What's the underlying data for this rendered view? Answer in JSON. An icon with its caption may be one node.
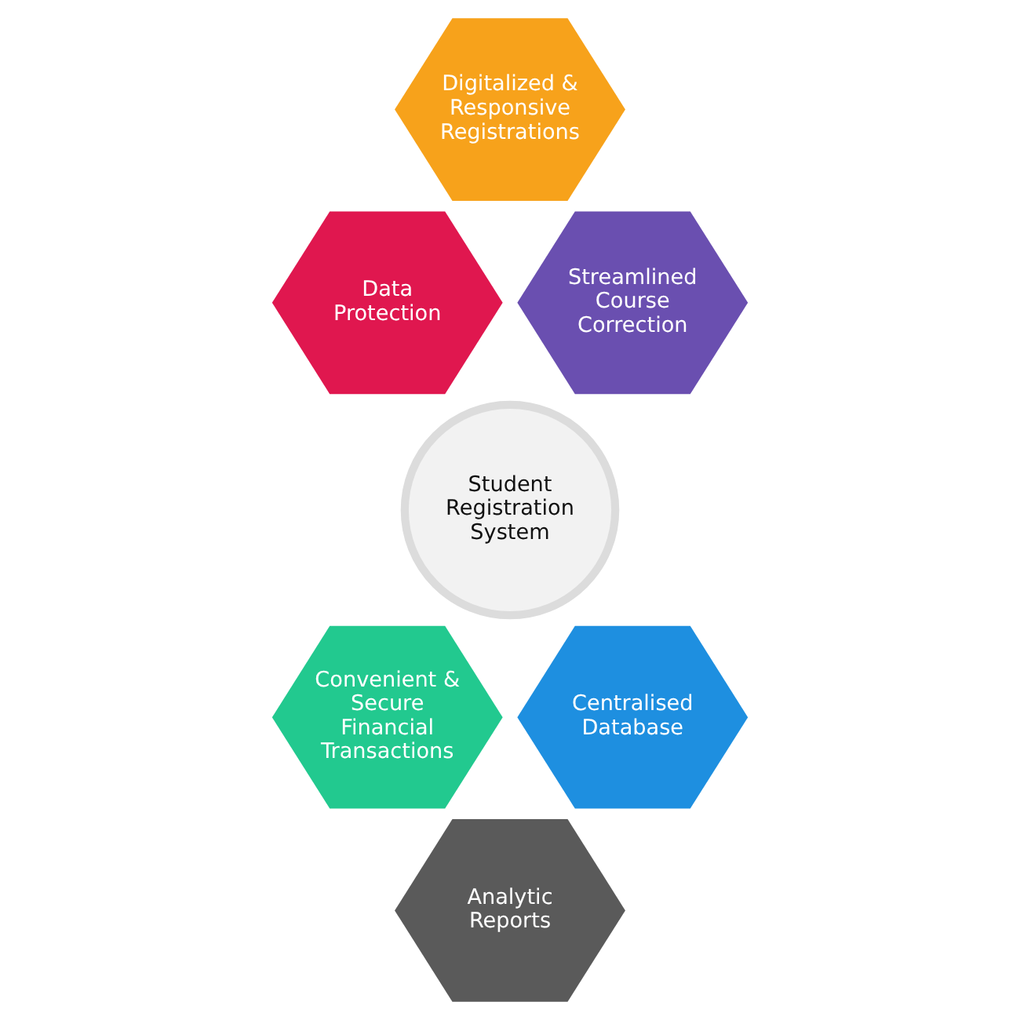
{
  "diagram": {
    "nodes": [
      {
        "text": [
          "Digitalized & Responsive Registrations"
        ]
      },
      {
        "text": [
          "Data Protection"
        ]
      },
      {
        "text": [
          "Streamlined Course Correction"
        ]
      },
      {
        "text": [
          "Student Registration System"
        ]
      },
      {
        "text": [
          "Convenient & Secure Financial Transactions"
        ]
      },
      {
        "text": [
          "Centralised Database"
        ]
      },
      {
        "text": [
          "Analytic Reports"
        ]
      }
    ],
    "edges": []
  }
}
